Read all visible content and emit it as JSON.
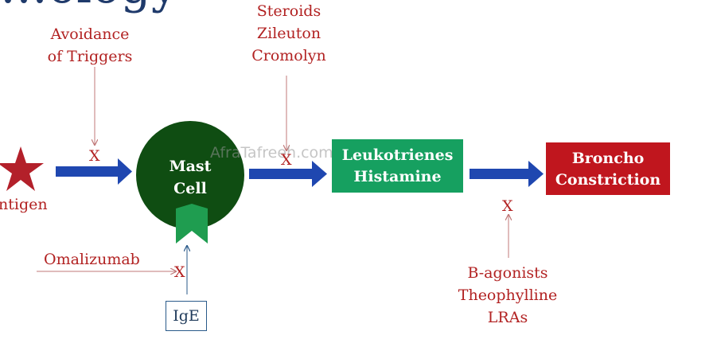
{
  "title_fragment": "…ology",
  "watermark": "AfraTafreeh.com",
  "nodes": {
    "antigen": "ntigen",
    "mast_cell": [
      "Mast",
      "Cell"
    ],
    "mediators": [
      "Leukotrienes",
      "Histamine"
    ],
    "outcome": [
      "Broncho",
      "Constriction"
    ],
    "ige": "IgE"
  },
  "blockers": {
    "avoidance": [
      "Avoidance",
      "of Triggers"
    ],
    "stabilizers": [
      "Steroids",
      "Zileuton",
      "Cromolyn"
    ],
    "anti_ige": "Omalizumab",
    "bronchodilators": [
      "B-agonists",
      "Theophylline",
      "LRAs"
    ]
  },
  "block_mark": "X",
  "colors": {
    "arrow_blue": "#1f47b0",
    "mast_cell_green": "#0f4d12",
    "receptor_green": "#1f9d50",
    "mediator_green": "#16a060",
    "outcome_red": "#c0161e",
    "label_red": "#b22222",
    "star_red": "#b3202a",
    "thin_line": "#c07878",
    "ige_border": "#2a5a8a"
  }
}
